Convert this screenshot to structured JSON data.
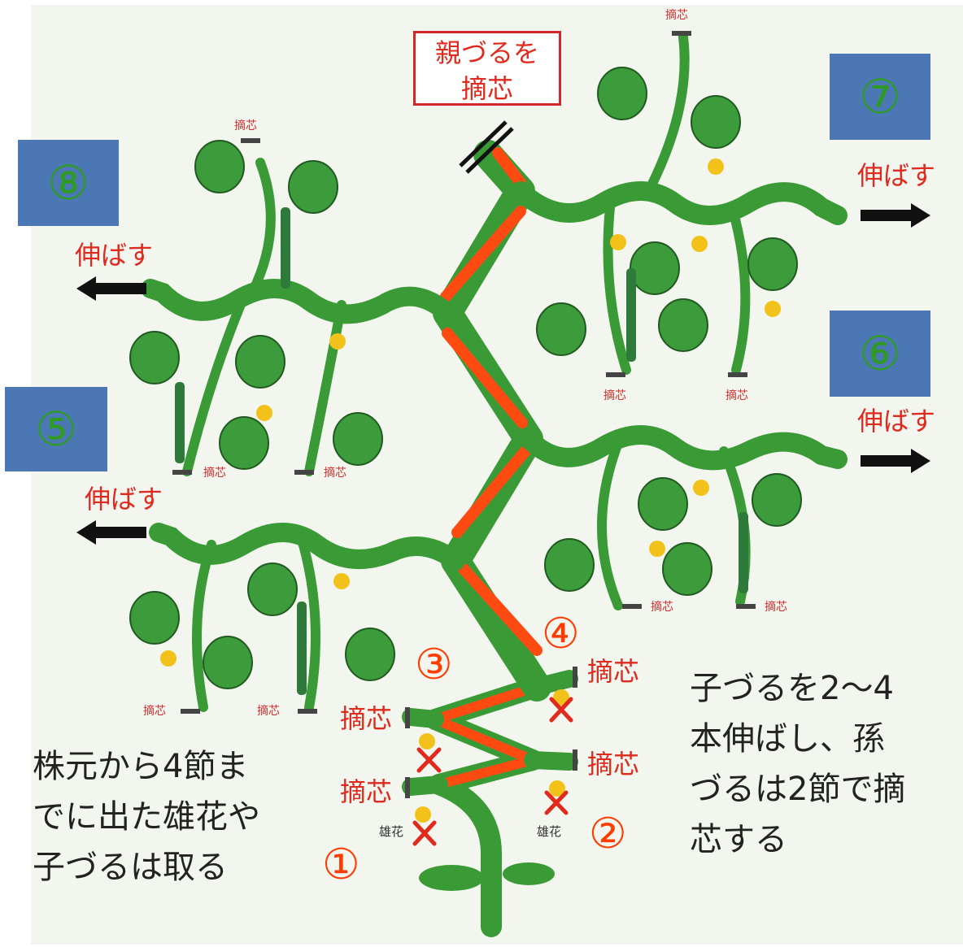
{
  "region_numbers": [
    "⑤",
    "⑥",
    "⑦",
    "⑧"
  ],
  "extend_label": "伸ばす",
  "pinch_label": "摘芯",
  "top_box": {
    "line1": "親づるを",
    "line2": "摘芯"
  },
  "male_flower": "雄花",
  "node_numbers": [
    "①",
    "②",
    "③",
    "④"
  ],
  "left_note": [
    "株元から4節ま",
    "でに出た雄花や",
    "子づるは取る"
  ],
  "right_note": [
    "子づるを2〜4",
    "本伸ばし、孫",
    "づるは2節で摘",
    "芯する"
  ],
  "colors": {
    "vine": "#3a9a35",
    "main_stem": "#ff4a12",
    "leaf": "#3c9b3a",
    "number_box": "#4b78b4",
    "label_red": "#e02a1e",
    "flower": "#f2c21a"
  }
}
